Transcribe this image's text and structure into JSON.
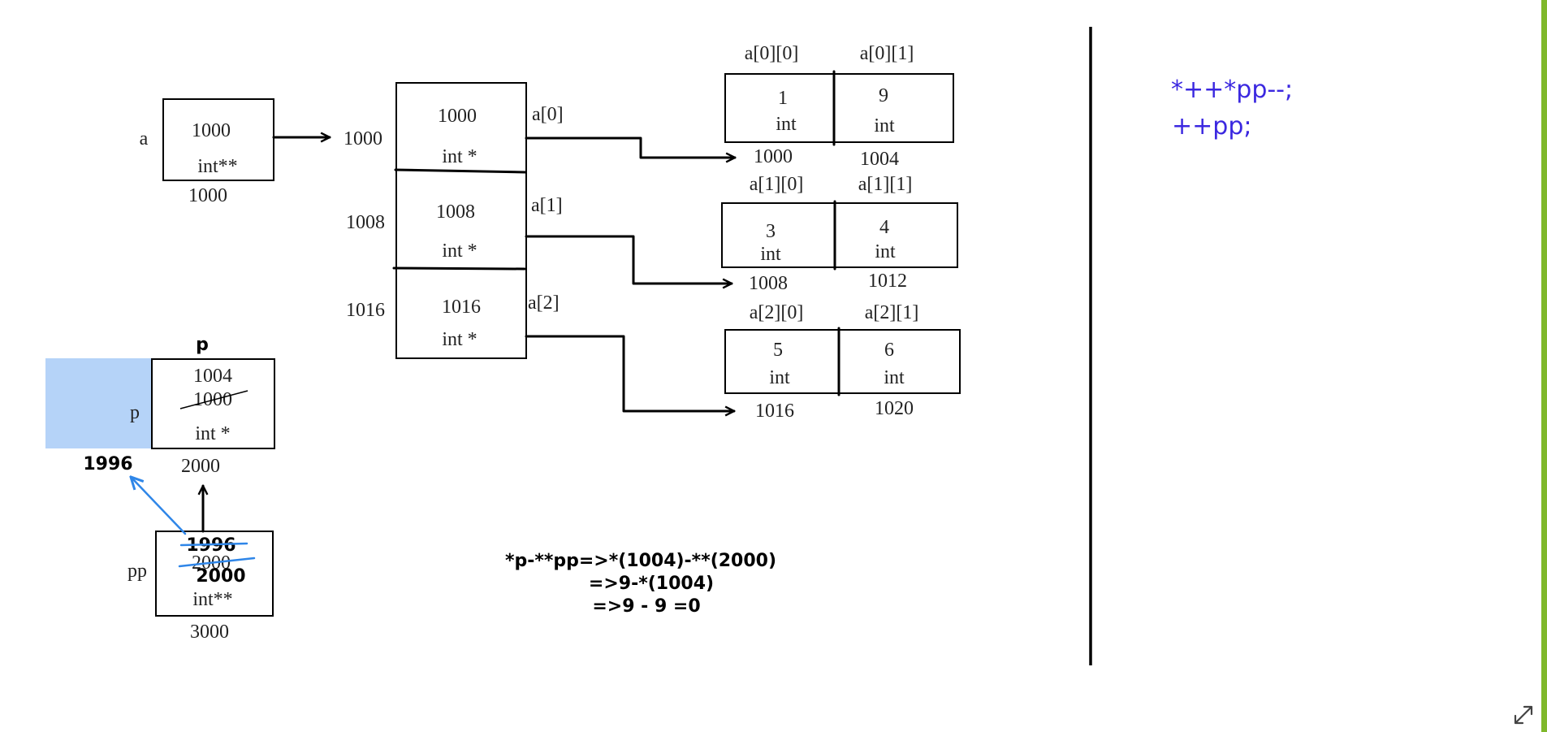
{
  "variable_a": {
    "name": "a",
    "value": "1000",
    "type": "int**",
    "address": "1000"
  },
  "pointer_array": {
    "rows": [
      {
        "address": "1000",
        "value": "1000",
        "type": "int *",
        "label": "a[0]"
      },
      {
        "address": "1008",
        "value": "1008",
        "type": "int *",
        "label": "a[1]"
      },
      {
        "address": "1016",
        "value": "1016",
        "type": "int *",
        "label": "a[2]"
      }
    ]
  },
  "int_rows": [
    {
      "cells": [
        {
          "label": "a[0][0]",
          "value": "1",
          "type": "int",
          "address": "1000"
        },
        {
          "label": "a[0][1]",
          "value": "9",
          "type": "int",
          "address": "1004"
        }
      ]
    },
    {
      "cells": [
        {
          "label": "a[1][0]",
          "value": "3",
          "type": "int",
          "address": "1008"
        },
        {
          "label": "a[1][1]",
          "value": "4",
          "type": "int",
          "address": "1012"
        }
      ]
    },
    {
      "cells": [
        {
          "label": "a[2][0]",
          "value": "5",
          "type": "int",
          "address": "1016"
        },
        {
          "label": "a[2][1]",
          "value": "6",
          "type": "int",
          "address": "1020"
        }
      ]
    }
  ],
  "variable_p": {
    "header": "p",
    "name": "p",
    "value_new": "1004",
    "value_old": "1000",
    "type": "int *",
    "address": "2000",
    "shifted_address": "1996",
    "highlight_color": "#b5d3f8"
  },
  "variable_pp": {
    "name": "pp",
    "value_struck_1": "1996",
    "value_struck_2": "2000",
    "value_current": "2000",
    "type": "int**",
    "address": "3000"
  },
  "expression": {
    "lines": [
      "*p-**pp=>*(1004)-**(2000)",
      "=>9-*(1004)",
      "=>9 - 9 =0"
    ]
  },
  "code": {
    "lines": [
      "*++*pp--;",
      "++pp;"
    ],
    "color": "#3b28e0"
  },
  "accent_colors": {
    "annotation_blue": "#2f86e8",
    "side_bar_green": "#7fb82b"
  },
  "icons": {
    "expand": "expand-diagonal-icon"
  }
}
